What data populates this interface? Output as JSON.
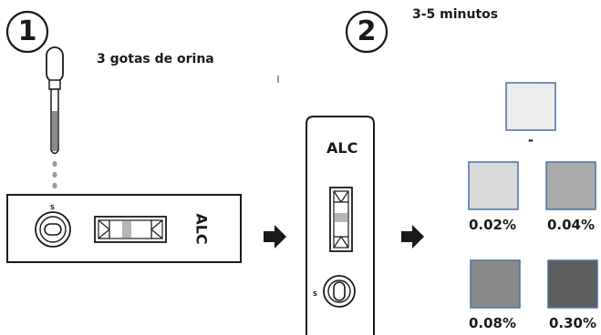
{
  "steps": [
    {
      "number": "1",
      "caption": "3 gotas de orina"
    },
    {
      "number": "2",
      "caption": "3-5 minutos"
    }
  ],
  "cassette_horizontal": {
    "label": "ALC",
    "sample_mark": "S"
  },
  "cassette_vertical": {
    "label": "ALC",
    "sample_mark": "S"
  },
  "icons": [
    "dropper-icon",
    "arrow-right-icon",
    "arrow-right-icon"
  ],
  "results": [
    {
      "label": "-",
      "color": "#ececec"
    },
    {
      "label": "0.02%",
      "color": "#d9d9d9"
    },
    {
      "label": "0.04%",
      "color": "#ababab"
    },
    {
      "label": "0.08%",
      "color": "#8a8a8a"
    },
    {
      "label": "0.30%",
      "color": "#5e5e5e"
    }
  ],
  "colors": {
    "outline": "#1a1a1a",
    "swatch_border": "#4a6fa5",
    "drop": "#9a9a9a"
  }
}
